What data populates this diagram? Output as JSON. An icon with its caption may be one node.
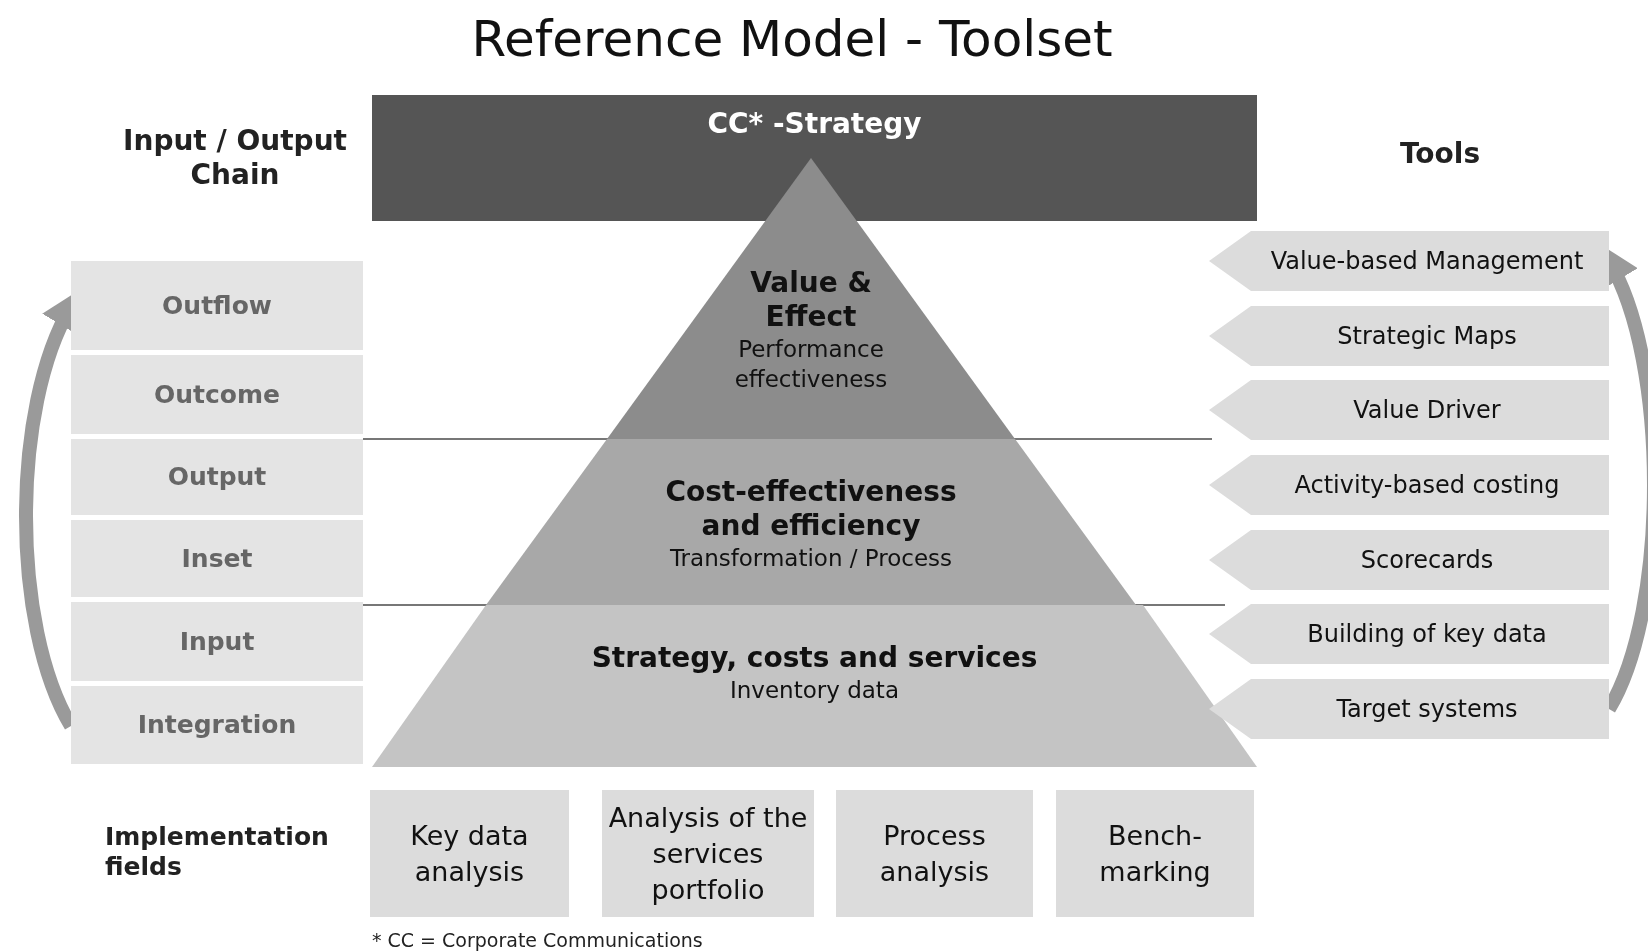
{
  "diagram": {
    "title": "Reference Model - Toolset",
    "nodes": [
      {
        "text": [
          "CC* -Strategy"
        ]
      },
      {
        "text": [
          "Value & Effect",
          "Performance effectiveness"
        ]
      },
      {
        "text": [
          "Cost-effectiveness and efficiency",
          "Transformation / Process"
        ]
      },
      {
        "text": [
          "Strategy, costs and services",
          "Inventory data"
        ]
      },
      {
        "text": [
          "Outflow"
        ]
      },
      {
        "text": [
          "Outcome"
        ]
      },
      {
        "text": [
          "Output"
        ]
      },
      {
        "text": [
          "Inset"
        ]
      },
      {
        "text": [
          "Input"
        ]
      },
      {
        "text": [
          "Integration"
        ]
      },
      {
        "text": [
          "Value-based Management"
        ]
      },
      {
        "text": [
          "Strategic Maps"
        ]
      },
      {
        "text": [
          "Value Driver"
        ]
      },
      {
        "text": [
          "Activity-based costing"
        ]
      },
      {
        "text": [
          "Scorecards"
        ]
      },
      {
        "text": [
          "Building of key data"
        ]
      },
      {
        "text": [
          "Target systems"
        ]
      },
      {
        "text": [
          "Key data analysis"
        ]
      },
      {
        "text": [
          "Analysis of the services portfolio"
        ]
      },
      {
        "text": [
          "Process analysis"
        ]
      },
      {
        "text": [
          "Bench-marking"
        ]
      }
    ],
    "edges": [
      {
        "from": 9,
        "to": 4,
        "arrow": "to"
      },
      {
        "from": 16,
        "to": 10,
        "arrow": "to"
      }
    ],
    "labels": [
      "Input / Output Chain",
      "Tools",
      "Implementation fields",
      "* CC = Corporate Communications"
    ]
  }
}
